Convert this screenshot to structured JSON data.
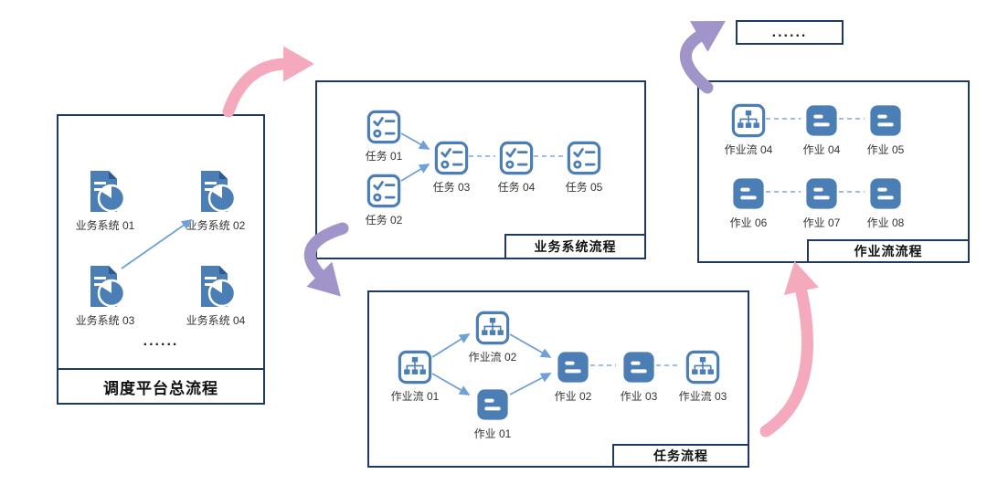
{
  "colors": {
    "icon_blue": "#4a7eb5",
    "panel_border": "#1f3864",
    "connector_blue": "#6fa0d8",
    "arrow_pink": "#f4a9bc",
    "arrow_purple": "#a094c9"
  },
  "overview_panel": {
    "title": "调度平台总流程",
    "ellipsis": "......",
    "items": [
      {
        "label": "业务系统 01",
        "icon": "doc-pie-icon"
      },
      {
        "label": "业务系统 02",
        "icon": "doc-pie-icon"
      },
      {
        "label": "业务系统 03",
        "icon": "doc-pie-icon"
      },
      {
        "label": "业务系统 04",
        "icon": "doc-pie-icon"
      }
    ]
  },
  "business_panel": {
    "title": "业务系统流程",
    "items": [
      {
        "label": "任务 01",
        "icon": "checklist-icon"
      },
      {
        "label": "任务 02",
        "icon": "checklist-icon"
      },
      {
        "label": "任务 03",
        "icon": "checklist-icon"
      },
      {
        "label": "任务 04",
        "icon": "checklist-icon"
      },
      {
        "label": "任务 05",
        "icon": "checklist-icon"
      }
    ]
  },
  "task_panel": {
    "title": "任务流程",
    "items": [
      {
        "label": "作业流 01",
        "icon": "sitemap-icon"
      },
      {
        "label": "作业流 02",
        "icon": "sitemap-icon"
      },
      {
        "label": "作业 01",
        "icon": "list-icon"
      },
      {
        "label": "作业 02",
        "icon": "list-icon"
      },
      {
        "label": "作业 03",
        "icon": "list-icon"
      },
      {
        "label": "作业流 03",
        "icon": "sitemap-icon"
      }
    ]
  },
  "workflow_panel": {
    "title": "作业流流程",
    "items": [
      {
        "label": "作业流 04",
        "icon": "sitemap-icon"
      },
      {
        "label": "作业 04",
        "icon": "list-icon"
      },
      {
        "label": "作业 05",
        "icon": "list-icon"
      },
      {
        "label": "作业 06",
        "icon": "list-icon"
      },
      {
        "label": "作业 07",
        "icon": "list-icon"
      },
      {
        "label": "作业 08",
        "icon": "list-icon"
      }
    ]
  },
  "more_box": {
    "label": "......"
  }
}
